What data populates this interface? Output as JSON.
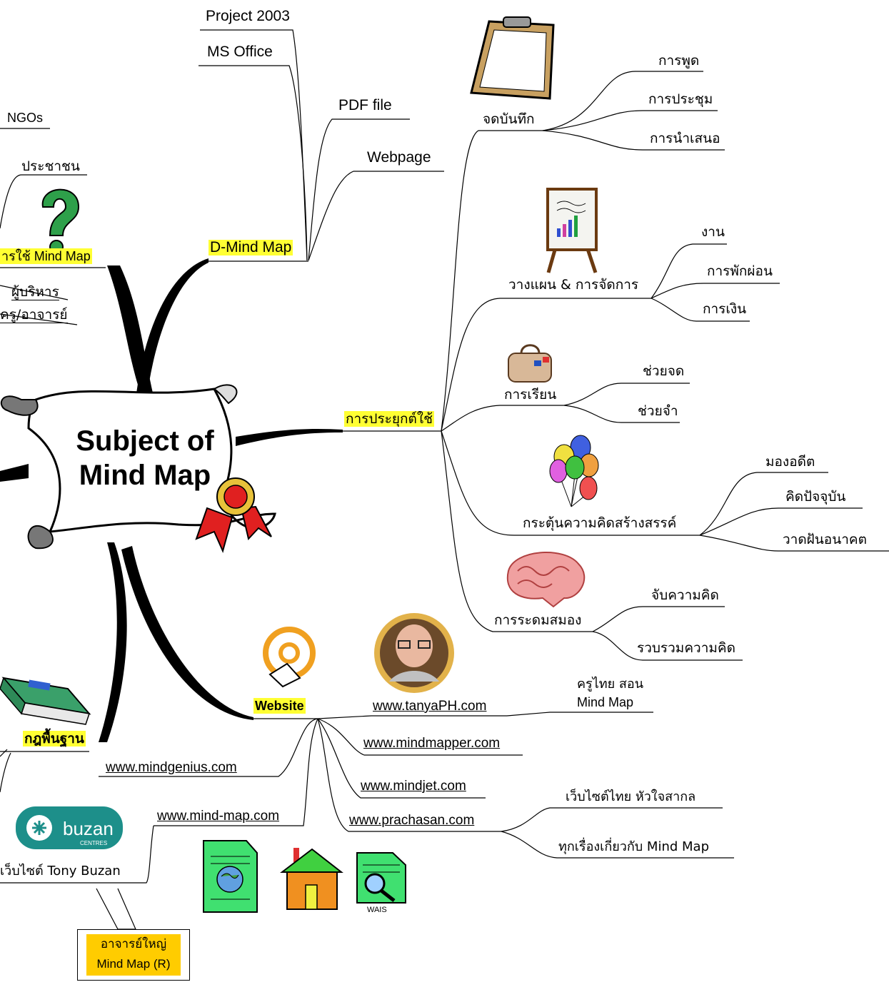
{
  "central": {
    "line1": "Subject of",
    "line2": "Mind Map"
  },
  "dmindmap": {
    "label": "D-Mind Map",
    "items": [
      "Project 2003",
      "MS Office",
      "PDF file",
      "Webpage"
    ]
  },
  "usage": {
    "label": "การประยุกต์ใช้"
  },
  "notes": {
    "label": "จดบันทึก",
    "items": [
      "การพูด",
      "การประชุม",
      "การนำเสนอ"
    ]
  },
  "planning": {
    "label": "วางแผน & การจัดการ",
    "items": [
      "งาน",
      "การพักผ่อน",
      "การเงิน"
    ]
  },
  "learning": {
    "label": "การเรียน",
    "items": [
      "ช่วยจด",
      "ช่วยจำ"
    ]
  },
  "creative": {
    "label": "กระตุ้นความคิดสร้างสรรค์",
    "items": [
      "มองอดีต",
      "คิดปัจจุบัน",
      "วาดฝันอนาคต"
    ]
  },
  "brainstorm": {
    "label": "การระดมสมอง",
    "items": [
      "จับความคิด",
      "รวบรวมความคิด"
    ]
  },
  "users": {
    "label": "ารใช้ Mind Map",
    "items": [
      "NGOs",
      "ประชาชน",
      "ผู้บริหาร",
      "ครู/อาจารย์"
    ]
  },
  "basics": {
    "label": "กฎพื้นฐาน"
  },
  "website": {
    "label": "Website",
    "tanya": "www.tanyaPH.com",
    "thai_teacher_line1": "ครูไทย สอน",
    "thai_teacher_line2": "Mind Map",
    "mindmapper": "www.mindmapper.com",
    "mindjet": "www.mindjet.com",
    "prachasan": "www.prachasan.com",
    "prachasan_items": [
      "เว็บไซต์ไทย หัวใจสากล",
      "ทุกเรื่องเกี่ยวกับ Mind Map"
    ],
    "mindgenius": "www.mindgenius.com",
    "mindmap_com": "www.mind-map.com",
    "buzan_site": "เว็บไซต์ Tony Buzan",
    "buzan_logo_text": "buzan",
    "buzan_logo_sub": "CENTRES",
    "wais": "WAIS"
  },
  "callout": {
    "line1": "อาจารย์ใหญ่",
    "line2": "Mind Map (R)"
  },
  "colors": {
    "highlight": "#ffff33",
    "callout": "#ffcc00",
    "branch": "#000000",
    "buzan": "#1d8f8a"
  }
}
